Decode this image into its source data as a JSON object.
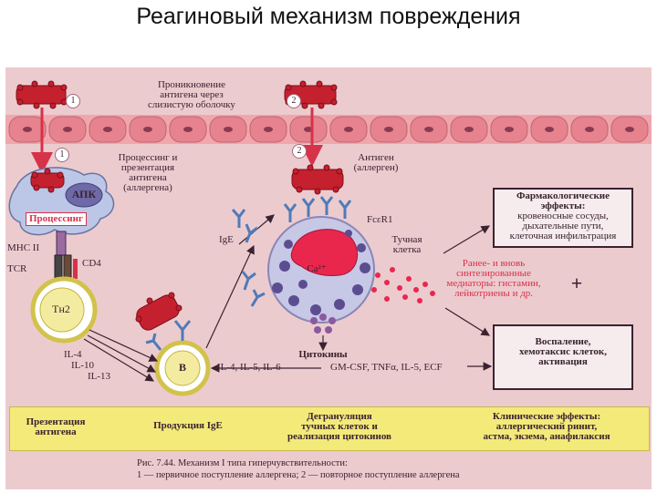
{
  "title": "Реагиновый механизм повреждения",
  "labels": {
    "penetration": [
      "Проникновение",
      "антигена через",
      "слизистую оболочку"
    ],
    "processing": [
      "Процессинг и",
      "презентация",
      "антигена",
      "(аллергена)"
    ],
    "antigen": [
      "Антиген",
      "(аллерген)"
    ],
    "apk": "АПК",
    "processing_badge": "Процессинг",
    "mhc": "MHC II",
    "tcr": "TCR",
    "cd4": "CD4",
    "th2": "Tн2",
    "ige": "IgE",
    "fce": "FcεR1",
    "mast_cell": [
      "Тучная",
      "клетка"
    ],
    "ca": "Ca²⁺",
    "mediators": [
      "Ранее- и вновь",
      "синтезированные",
      "медиаторы: гистамин,",
      "лейкотриены и др."
    ],
    "il_left": [
      "IL-4",
      "IL-10",
      "IL-13"
    ],
    "b_cell": "B",
    "il_right": "IL-4, IL-5, IL-6",
    "cytokines": "Цитокины",
    "cytokine_list": "GM-CSF, TNFα, IL-5, ECF",
    "plus": "+",
    "step1": "1",
    "step2": "2"
  },
  "boxes": {
    "pharma": [
      "Фармакологические",
      "эффекты:",
      "кровеносные сосуды,",
      "дыхательные пути,",
      "клеточная инфильтрация"
    ],
    "inflammation": [
      "Воспаление,",
      "хемотаксис клеток,",
      "активация"
    ]
  },
  "flow": {
    "presentation": [
      "Презентация",
      "антигена"
    ],
    "production": "Продукция IgE",
    "degranulation": [
      "Дегрануляция",
      "тучных клеток и",
      "реализация цитокинов"
    ],
    "clinical": [
      "Клинические эффекты:",
      "аллергический ринит,",
      "астма, экзема, анафилаксия"
    ]
  },
  "caption": [
    "Рис. 7.44. Механизм I типа гиперчувствительности:",
    "1 — первичное поступление аллергена; 2 — повторное поступление аллергена"
  ],
  "colors": {
    "background": "#eccbcf",
    "accent": "#d6324a",
    "text": "#3a2230",
    "flow_bar": "#f3ea7a"
  }
}
